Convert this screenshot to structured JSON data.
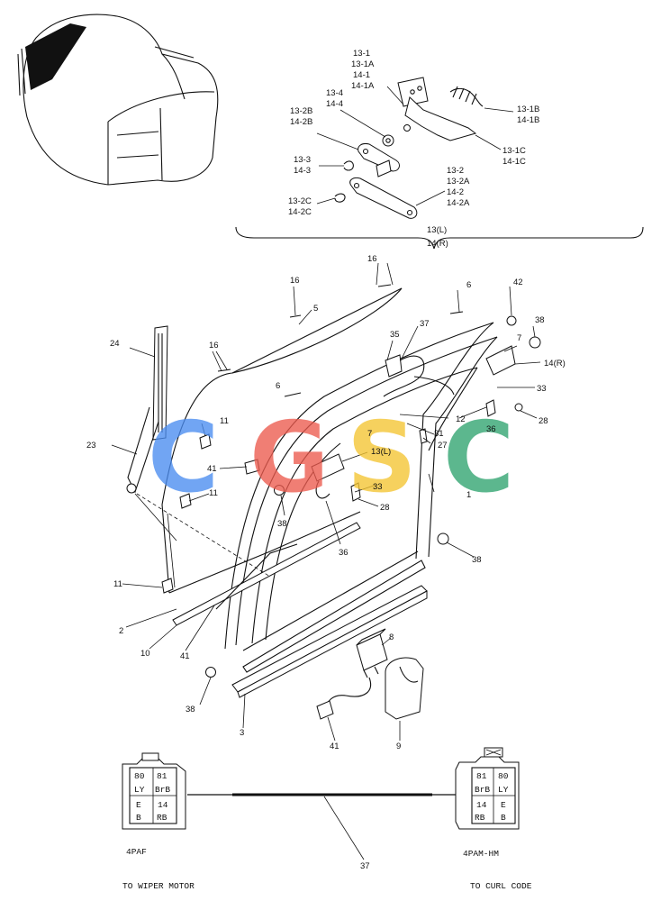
{
  "inset_labels": {
    "pivot_bracket": [
      "13-1",
      "13-1A",
      "14-1",
      "14-1A"
    ],
    "washer": [
      "13-4",
      "14-4"
    ],
    "link_plate_b": [
      "13-2B",
      "14-2B"
    ],
    "clip_3": [
      "13-3",
      "14-3"
    ],
    "clip_2c": [
      "13-2C",
      "14-2C"
    ],
    "spring_pin": [
      "13-1B",
      "14-1B"
    ],
    "bracket_c": [
      "13-1C",
      "14-1C"
    ],
    "link_arm": [
      "13-2",
      "13-2A",
      "14-2",
      "14-2A"
    ],
    "assembly": [
      "13(L)",
      "14(R)"
    ]
  },
  "callouts": {
    "n16a": "16",
    "n16b": "16",
    "n16c": "16",
    "n6a": "6",
    "n6b": "6",
    "n42": "42",
    "n5": "5",
    "n37a": "37",
    "n38a": "38",
    "n35": "35",
    "n7a": "7",
    "n14r": "14(R)",
    "n24": "24",
    "n33a": "33",
    "n12": "12",
    "n36a": "36",
    "n28a": "28",
    "n31": "31",
    "n11a": "11",
    "n27": "27",
    "n13l": "13(L)",
    "n7b": "7",
    "n23": "23",
    "n41a": "41",
    "n1": "1",
    "n11b": "11",
    "n33b": "33",
    "n38b": "38",
    "n28b": "28",
    "n36b": "36",
    "n38c": "38",
    "n11c": "11",
    "n2": "2",
    "n10": "10",
    "n41b": "41",
    "n8": "8",
    "n38d": "38",
    "n3": "3",
    "n41c": "41",
    "n9": "9",
    "n37b": "37"
  },
  "connector_left": {
    "name": "4PAF",
    "caption": "TO WIPER MOTOR",
    "cells": [
      [
        "80",
        "81"
      ],
      [
        "LY",
        "BrB"
      ],
      [
        "E",
        "14"
      ],
      [
        "B",
        "RB"
      ]
    ]
  },
  "connector_right": {
    "name": "4PAM-HM",
    "caption": "TO CURL CODE",
    "cells": [
      [
        "81",
        "80"
      ],
      [
        "BrB",
        "LY"
      ],
      [
        "14",
        "E"
      ],
      [
        "RB",
        "B"
      ]
    ]
  },
  "watermark": {
    "letters": [
      "C",
      "G",
      "S",
      "C"
    ],
    "colors": [
      "#4a8cf0",
      "#ec5a4e",
      "#f4c531",
      "#2fa36f"
    ]
  }
}
